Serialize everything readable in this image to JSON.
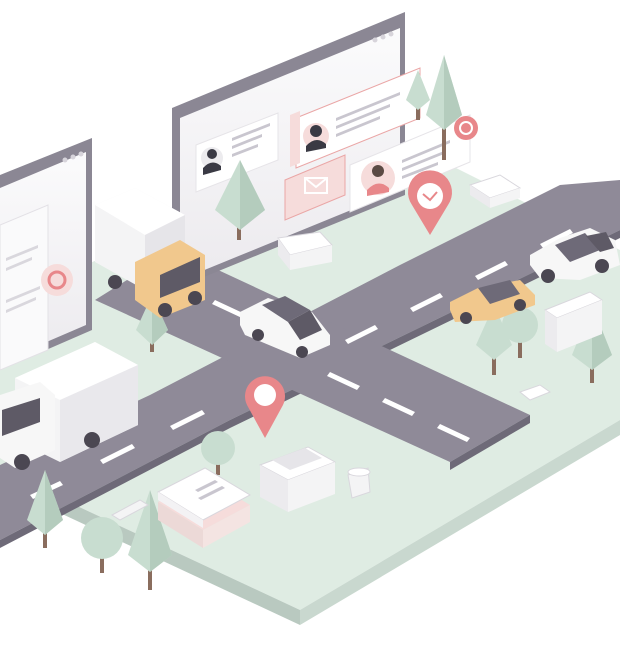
{
  "scene": {
    "kind": "isometric city logistics illustration",
    "elements": {
      "browser_windows": 2,
      "profile_cards": 4,
      "trucks": 2,
      "cars": 3,
      "map_pins": 3,
      "trees": 11,
      "parcels": 4
    }
  },
  "colors": {
    "background": "#ffffff",
    "ground": "#dfece3",
    "ground_side": "#b9c9c0",
    "road": "#8f8a98",
    "road_side": "#6e6a78",
    "road_marking": "#ffffff",
    "window_frame": "#8b8794",
    "window_panel": "#f4f4f5",
    "accent_pink": "#e8878a",
    "card_pink": "#f6dcdb",
    "tree": "#c8ddd0",
    "tree_trunk": "#8a6d5e",
    "vehicle_white": "#f7f7f7",
    "vehicle_yellow": "#f1c88d"
  },
  "icons": [
    "browser-window-icon",
    "user-avatar-icon",
    "map-pin-icon",
    "mail-icon",
    "delivery-truck-icon",
    "car-icon",
    "tree-icon",
    "parcel-box-icon"
  ]
}
